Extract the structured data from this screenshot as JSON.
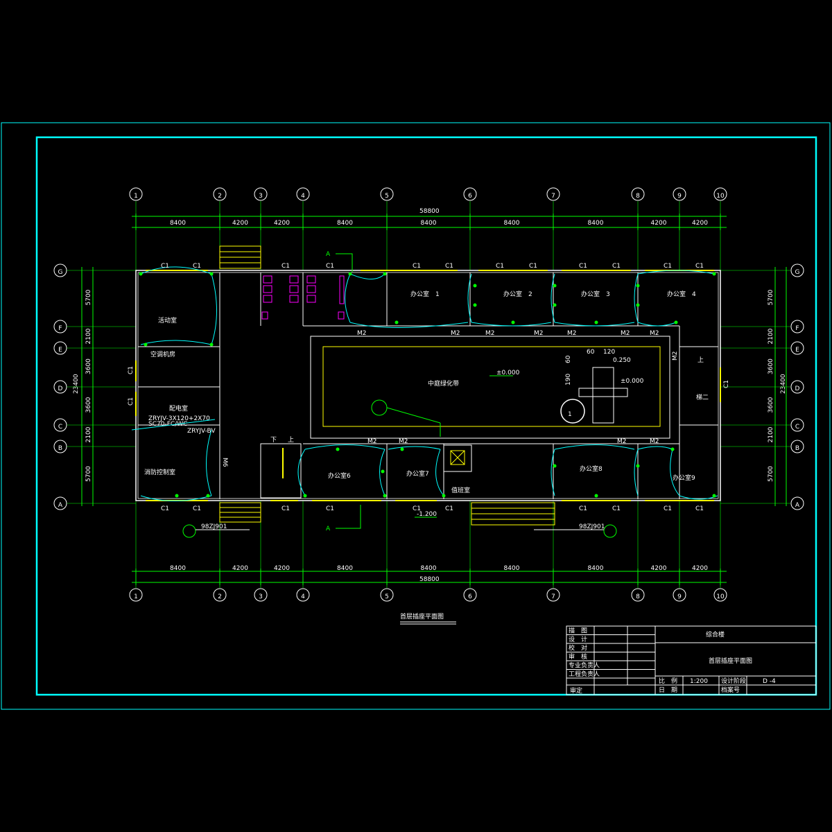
{
  "drawing_title": "首层插座平面图",
  "overall_width": "58800",
  "overall_depth": "23400",
  "axes_numbers": [
    "1",
    "2",
    "3",
    "4",
    "5",
    "6",
    "7",
    "8",
    "9",
    "10"
  ],
  "axes_letters": [
    "G",
    "F",
    "E",
    "D",
    "C",
    "B",
    "A"
  ],
  "top_spans": [
    "8400",
    "4200",
    "4200",
    "8400",
    "8400",
    "8400",
    "8400",
    "4200",
    "4200"
  ],
  "bottom_spans": [
    "8400",
    "4200",
    "4200",
    "8400",
    "8400",
    "8400",
    "8400",
    "4200",
    "4200"
  ],
  "side_spans": [
    "5700",
    "2100",
    "3600",
    "3600",
    "2100",
    "5700"
  ],
  "rooms": {
    "huodong": "活动室",
    "kongtiao": "空调机房",
    "peidian": "配电室",
    "xiaofang": "消防控制室",
    "office1": "办公室　1",
    "office2": "办公室　2",
    "office3": "办公室　3",
    "office4": "办公室　4",
    "office6": "办公室6",
    "office7": "办公室7",
    "office8": "办公室8",
    "office9": "办公室9",
    "zhiban": "值班室",
    "courtyard": "中庭绿化带",
    "stair2": "梯二"
  },
  "labels": {
    "window": "C1",
    "door2": "M2",
    "door6": "M6",
    "section_a": "A",
    "stair_down": "下",
    "stair_up": "上",
    "elev_zero": "±0.000",
    "elev_zero2": "±0.000",
    "elev_neg": "-1.200",
    "elev_250": "0.250",
    "dim_60a": "60",
    "dim_120": "120",
    "dim_60b": "60",
    "dim_190": "190",
    "detail_no": "1",
    "ref_left": "98ZJ901",
    "ref_right": "98ZJ901",
    "cable1": "ZRYJV-3X120+2X70",
    "cable2": "SC70-FC/WC",
    "cable3": "ZRYJV-BV"
  },
  "title_block": {
    "project": "综合楼",
    "sheet": "首层插座平面图",
    "rows": [
      "描　图",
      "设　计",
      "校　对",
      "审　核",
      "专业负责人",
      "工程负责人"
    ],
    "approve": "审定",
    "scale_label": "比　例",
    "scale_value": "1:200",
    "stage_label": "设计阶段",
    "stage_value": "D -4",
    "date_label": "日　期",
    "archive_label": "档案号"
  },
  "colors": {
    "frame": "#00ffff",
    "grid": "#00ff00",
    "wall": "#ffffff",
    "window": "#ffff00",
    "socket": "#00ffff",
    "sanitary": "#ff00ff"
  }
}
